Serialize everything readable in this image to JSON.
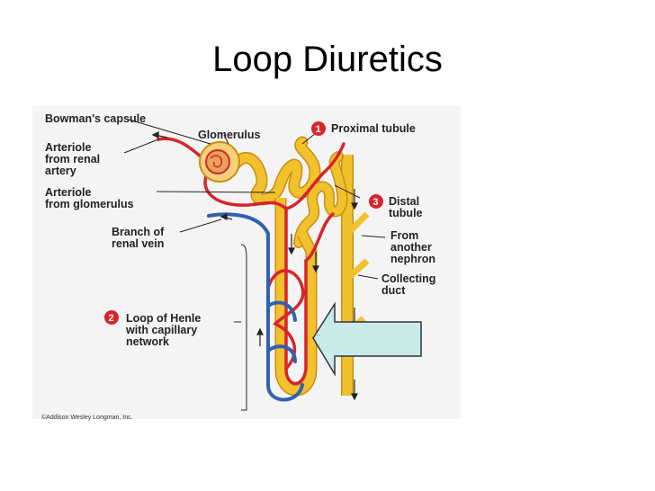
{
  "title": "Loop Diuretics",
  "labels": {
    "bowmans_capsule": "Bowman's capsule",
    "glomerulus": "Glomerulus",
    "proximal_tubule": "Proximal tubule",
    "proximal_number": "1",
    "arteriole_renal_1": "Arteriole",
    "arteriole_renal_2": "from renal",
    "arteriole_renal_3": "artery",
    "arteriole_glom_1": "Arteriole",
    "arteriole_glom_2": "from glomerulus",
    "distal_number": "3",
    "distal_1": "Distal",
    "distal_2": "tubule",
    "branch_1": "Branch of",
    "branch_2": "renal vein",
    "another_1": "From",
    "another_2": "another",
    "another_3": "nephron",
    "collecting_1": "Collecting",
    "collecting_2": "duct",
    "loop_number": "2",
    "loop_1": "Loop of Henle",
    "loop_2": "with capillary",
    "loop_3": "network"
  },
  "copyright": "©Addison Wesley Longman, Inc.",
  "colors": {
    "tubule": "#f2c12e",
    "tubule_stroke": "#c98e10",
    "artery": "#d6252b",
    "vein": "#2f62b0",
    "badge": "#d6252b",
    "arrow_fill": "#c8ebea",
    "arrow_stroke": "#333333",
    "background": "#f4f4f4"
  }
}
